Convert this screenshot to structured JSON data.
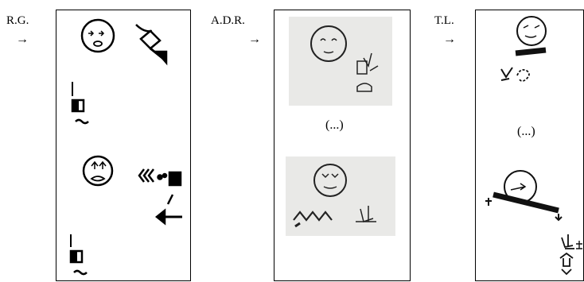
{
  "panels": [
    {
      "label": "R.G.",
      "arrow": "→"
    },
    {
      "label": "A.D.R.",
      "arrow": "→",
      "ellipsis": "(...)"
    },
    {
      "label": "T.L.",
      "arrow": "→",
      "ellipsis": "(...)"
    }
  ]
}
